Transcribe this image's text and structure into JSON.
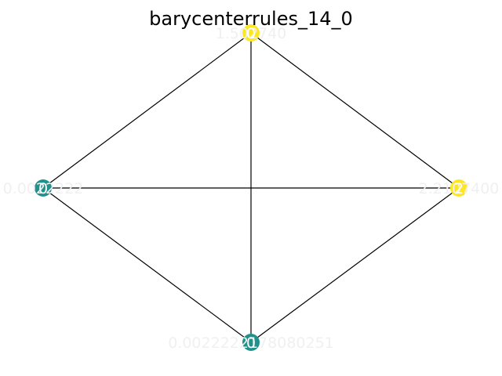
{
  "title": "barycenterrules_14_0",
  "colors": {
    "background": "#ffffff",
    "edge": "#000000",
    "teal": "#21918c",
    "yellow": "#fde725",
    "value_label": "#f0f0f0",
    "node_label": "#ffffff"
  },
  "nodes": [
    {
      "id": "top",
      "label": "0",
      "value": "1.502740",
      "color": "yellow"
    },
    {
      "id": "left",
      "label": "0",
      "value": "0.0022222",
      "color": "teal"
    },
    {
      "id": "right",
      "label": "2",
      "value": "2.2107400",
      "color": "yellow"
    },
    {
      "id": "bottom",
      "label": "0",
      "value": "0.0022222178080251",
      "color": "teal"
    }
  ],
  "edges": [
    [
      "top",
      "left"
    ],
    [
      "top",
      "right"
    ],
    [
      "top",
      "bottom"
    ],
    [
      "left",
      "right"
    ],
    [
      "left",
      "bottom"
    ],
    [
      "right",
      "bottom"
    ]
  ]
}
